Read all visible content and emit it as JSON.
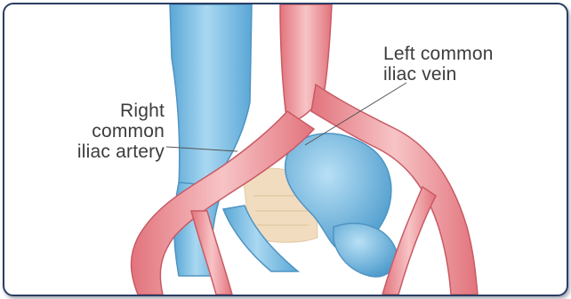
{
  "labels": {
    "right_artery": [
      "Right",
      "common",
      "iliac artery"
    ],
    "left_vein": [
      "Left common",
      "iliac vein"
    ]
  },
  "colors": {
    "artery": "#e8868c",
    "artery_highlight": "#f7c2c2",
    "vein": "#6fb6df",
    "vein_highlight": "#b9e0f4",
    "bone": "#f1dcbf",
    "frame_border": "#2b3e63",
    "label_text": "#3c3c3c"
  }
}
